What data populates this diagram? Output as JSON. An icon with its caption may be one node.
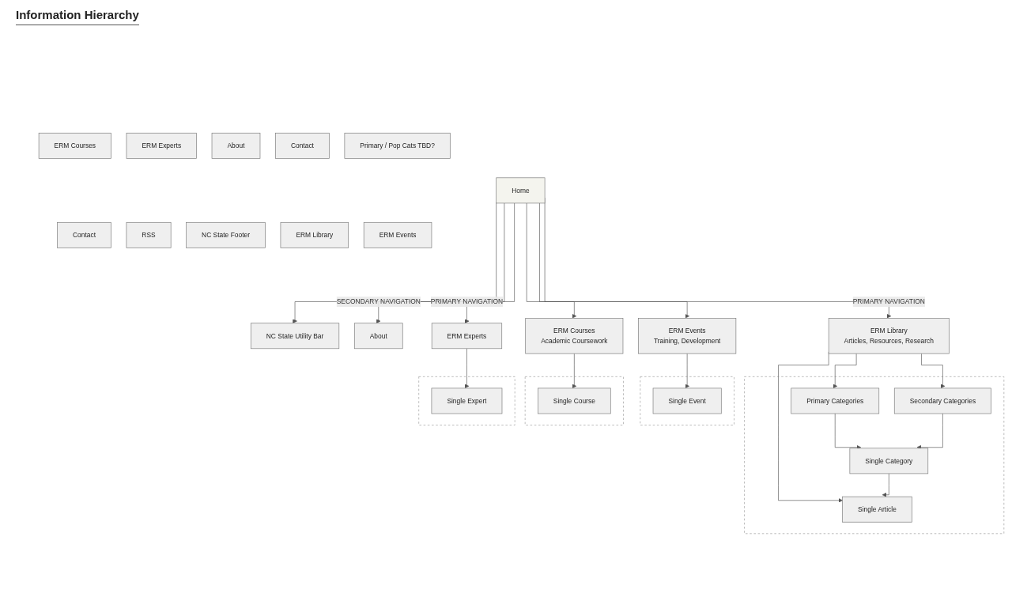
{
  "diagram": {
    "title": "Information Hierarchy",
    "nodes": [
      {
        "text": [
          "NC State Utility Bar"
        ]
      },
      {
        "text": [
          "Home"
        ]
      },
      {
        "text": [
          "About"
        ]
      },
      {
        "text": [
          "Contact"
        ]
      },
      {
        "text": [
          "RSS"
        ]
      },
      {
        "text": [
          "ERM Library",
          "Articles, Resources, Research"
        ]
      },
      {
        "text": [
          "ERM Events",
          "Training, Development"
        ]
      },
      {
        "text": [
          "ERM Courses",
          "Academic Coursework"
        ]
      },
      {
        "text": [
          "ERM Experts"
        ]
      },
      {
        "text": [],
        "shape": "box"
      },
      {
        "text": [
          "Single Article"
        ],
        "in": 9
      },
      {
        "text": [
          "Primary Categories"
        ],
        "in": 9
      },
      {
        "text": [
          "Secondary Categories"
        ],
        "in": 9
      },
      {
        "text": [
          "Single Category"
        ],
        "in": 9
      },
      {
        "text": [],
        "shape": "box"
      },
      {
        "text": [
          "Single Event"
        ],
        "in": 14
      },
      {
        "text": [],
        "shape": "box"
      },
      {
        "text": [
          "Single Course"
        ],
        "in": 16
      },
      {
        "text": [],
        "shape": "box"
      },
      {
        "text": [
          "Single Expert"
        ],
        "in": 18
      },
      {
        "text": [
          "NC State Footer"
        ]
      },
      {
        "text": [
          "ERM Library"
        ]
      },
      {
        "text": [
          "ERM Events"
        ]
      },
      {
        "text": [
          "ERM Courses"
        ]
      },
      {
        "text": [
          "ERM Experts"
        ]
      },
      {
        "text": [
          "About"
        ]
      },
      {
        "text": [
          "Contact"
        ]
      },
      {
        "text": [
          "Primary / Pop Cats TBD?"
        ]
      }
    ],
    "edges": [
      {
        "from": 1,
        "to": 0,
        "arrow": "to"
      },
      {
        "from": 1,
        "to": 2,
        "arrow": "to",
        "label": "SECONDARY NAVIGATION"
      },
      {
        "from": 1,
        "to": 5,
        "arrow": "to",
        "label": "PRIMARY NAVIGATION"
      },
      {
        "from": 1,
        "to": 6,
        "arrow": "to"
      },
      {
        "from": 1,
        "to": 7,
        "arrow": "to"
      },
      {
        "from": 1,
        "to": 8,
        "arrow": "to",
        "label": "PRIMARY NAVIGATION"
      },
      {
        "from": 5,
        "to": 10,
        "arrow": "to"
      },
      {
        "from": 5,
        "to": 11,
        "arrow": "to"
      },
      {
        "from": 5,
        "to": 12,
        "arrow": "to"
      },
      {
        "from": 11,
        "to": 13,
        "arrow": "to"
      },
      {
        "from": 12,
        "to": 13,
        "arrow": "to"
      },
      {
        "from": 13,
        "to": 10,
        "arrow": "to"
      },
      {
        "from": 6,
        "to": 15,
        "arrow": "to"
      },
      {
        "from": 7,
        "to": 17,
        "arrow": "to"
      },
      {
        "from": 8,
        "to": 19,
        "arrow": "to"
      }
    ]
  }
}
